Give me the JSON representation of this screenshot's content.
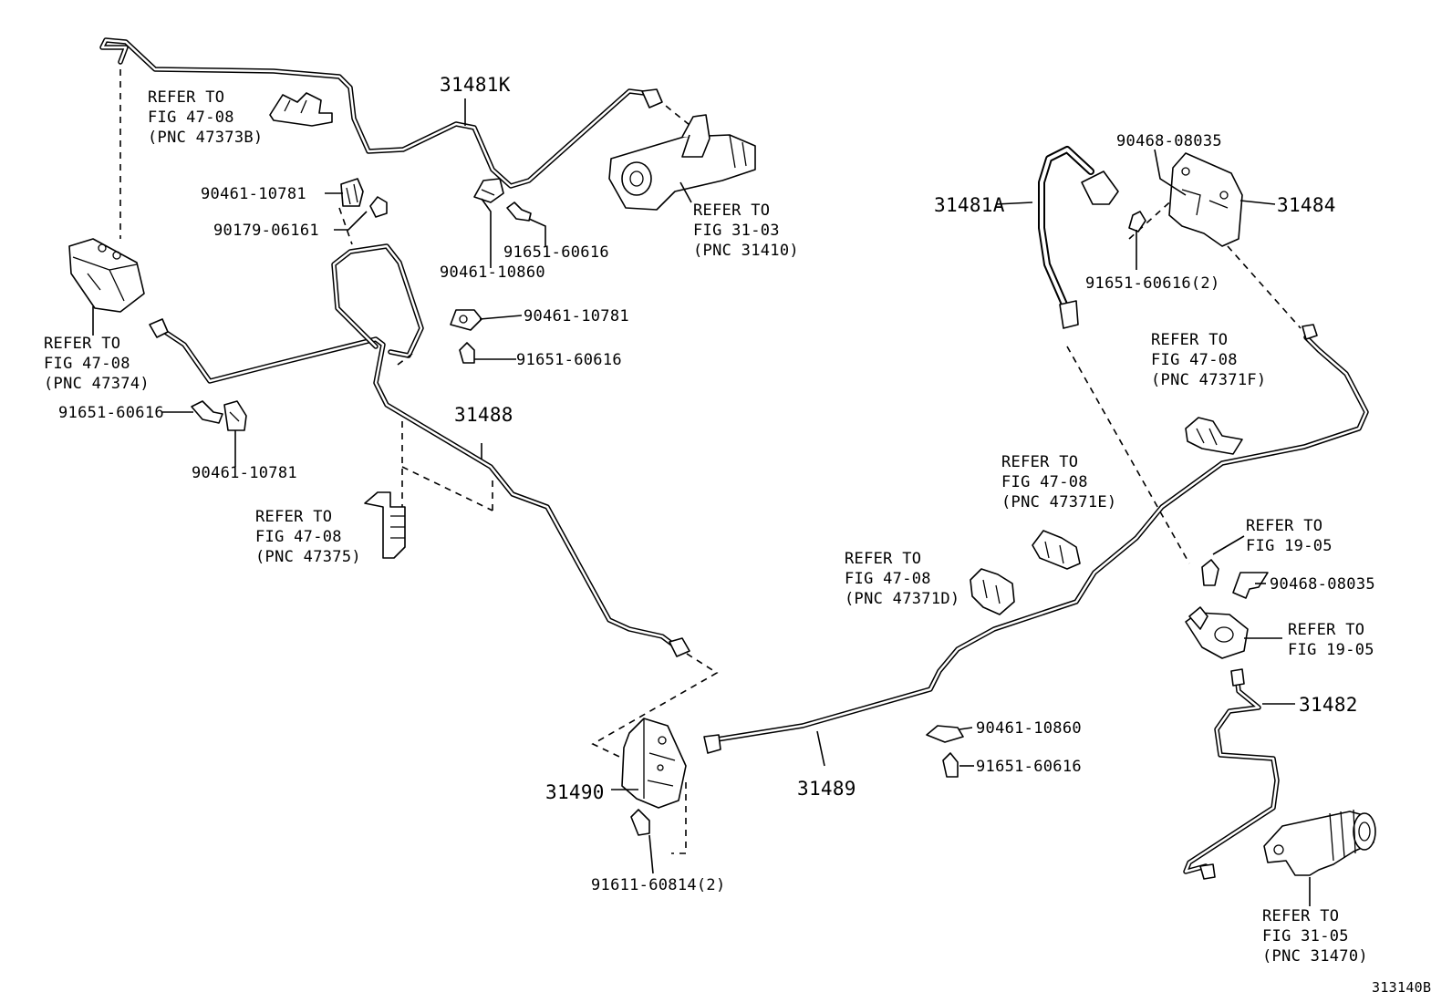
{
  "labels": {
    "p31481K": "31481K",
    "p31481A": "31481A",
    "p31484": "31484",
    "p31488": "31488",
    "p31489": "31489",
    "p31490": "31490",
    "p31482": "31482",
    "b90461_10781_a": "90461-10781",
    "b90179_06161": "90179-06161",
    "b90461_10860_a": "90461-10860",
    "b91651_60616_a": "91651-60616",
    "b90461_10781_b": "90461-10781",
    "b91651_60616_b": "91651-60616",
    "b91651_60616_c": "91651-60616",
    "b90461_10781_c": "90461-10781",
    "b90468_08035_a": "90468-08035",
    "b91651_60616_2": "91651-60616(2)",
    "b90468_08035_b": "90468-08035",
    "b90461_10860_b": "90461-10860",
    "b91651_60616_d": "91651-60616",
    "b91611_60814_2": "91611-60814(2)",
    "figure_code": "313140B"
  },
  "refs": {
    "r47373B": [
      "REFER TO",
      "FIG 47-08",
      "(PNC 47373B)"
    ],
    "r31410": [
      "REFER TO",
      "FIG 31-03",
      "(PNC 31410)"
    ],
    "r47374": [
      "REFER TO",
      "FIG 47-08",
      "(PNC 47374)"
    ],
    "r47375": [
      "REFER TO",
      "FIG 47-08",
      "(PNC 47375)"
    ],
    "r47371F": [
      "REFER TO",
      "FIG 47-08",
      "(PNC 47371F)"
    ],
    "r47371E": [
      "REFER TO",
      "FIG 47-08",
      "(PNC 47371E)"
    ],
    "r47371D": [
      "REFER TO",
      "FIG 47-08",
      "(PNC 47371D)"
    ],
    "r1905a": [
      "REFER TO",
      "FIG 19-05"
    ],
    "r1905b": [
      "REFER TO",
      "FIG 19-05"
    ],
    "r31470": [
      "REFER TO",
      "FIG 31-05",
      "(PNC 31470)"
    ]
  }
}
